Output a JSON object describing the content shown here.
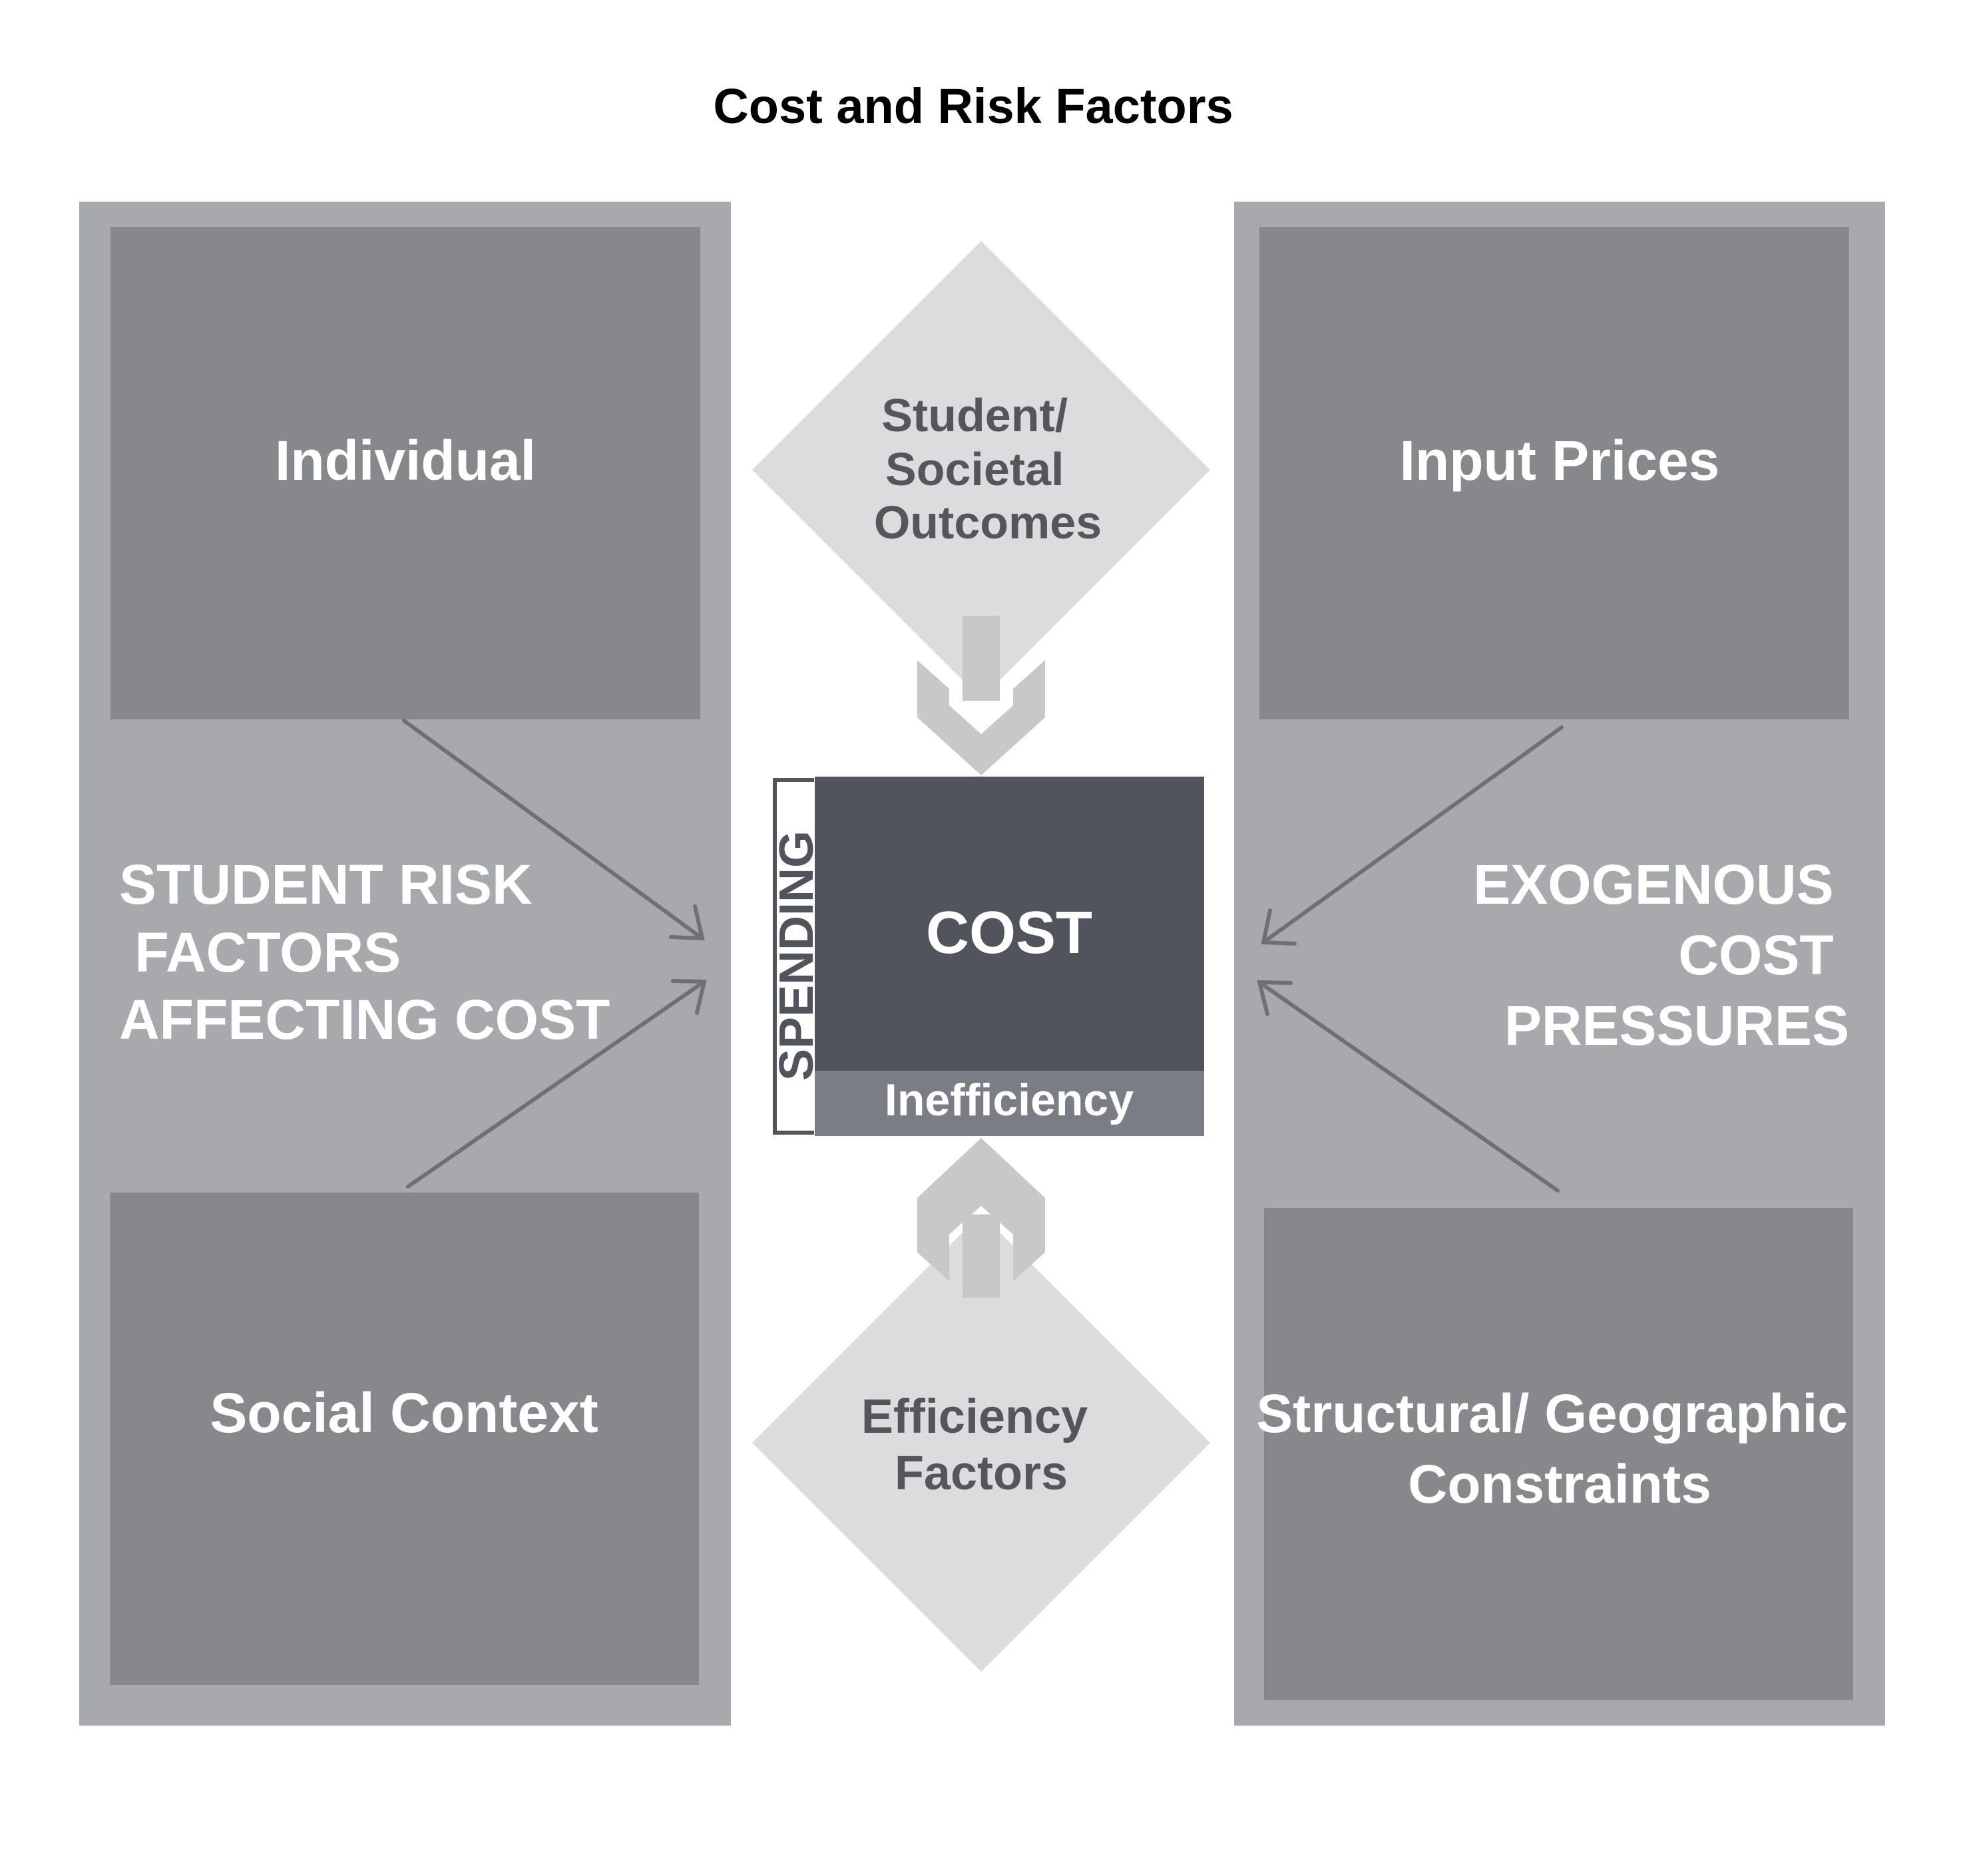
{
  "title": "Cost and Risk Factors",
  "left_panel": {
    "label_lines": [
      "STUDENT RISK",
      " FACTORS",
      "AFFECTING COST"
    ],
    "top_box": "Individual",
    "bottom_box": "Social Context"
  },
  "right_panel": {
    "label_lines": [
      "EXOGENOUS",
      "COST",
      "PRESSURES"
    ],
    "top_box": "Input Prices",
    "bottom_box_lines": [
      "Structural/ Geographic",
      "Constraints"
    ]
  },
  "top_diamond_lines": [
    "Student/",
    "Societal",
    "Outcomes"
  ],
  "bottom_diamond_lines": [
    "Efficiency",
    "Factors"
  ],
  "center": {
    "cost": "COST",
    "inefficiency": "Inefficiency",
    "bracket_label": "SPENDING"
  },
  "colors": {
    "outer_panel": "#a8a9ac",
    "inner_box": "#87888c",
    "diamond": "#dcdcde",
    "arrow": "#c8c8ca",
    "cost_box": "#52545c",
    "inefficiency_box": "#7a7d83",
    "line": "#6f7074",
    "panel_text": "#ffffff",
    "diamond_text": "#55565b",
    "title_text": "#000000"
  }
}
